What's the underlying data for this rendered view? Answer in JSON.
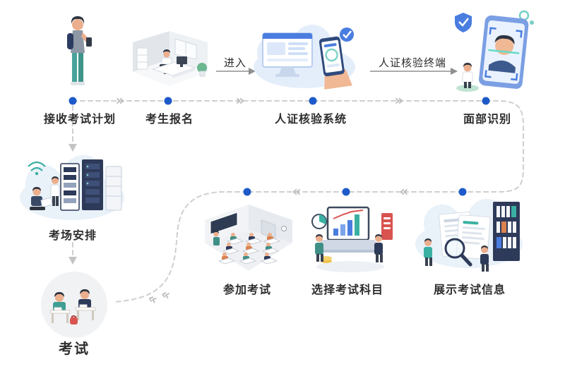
{
  "diagram": {
    "accent_color": "#1d5ac9",
    "line_color": "#cfcfcf",
    "nodes": {
      "receive_plan": "接收考试计划",
      "candidate_register": "考生报名",
      "id_verify_system": "人证核验系统",
      "face_recognition": "面部识别",
      "room_arrangement": "考场安排",
      "take_exam": "参加考试",
      "choose_subject": "选择考试科目",
      "show_exam_info": "展示考试信息",
      "final_exam": "考试"
    },
    "edge_labels": {
      "enter": "进入",
      "verify_terminal": "人证核验终端"
    },
    "icons": {
      "chevron_right": "»",
      "chevron_left": "«"
    }
  }
}
